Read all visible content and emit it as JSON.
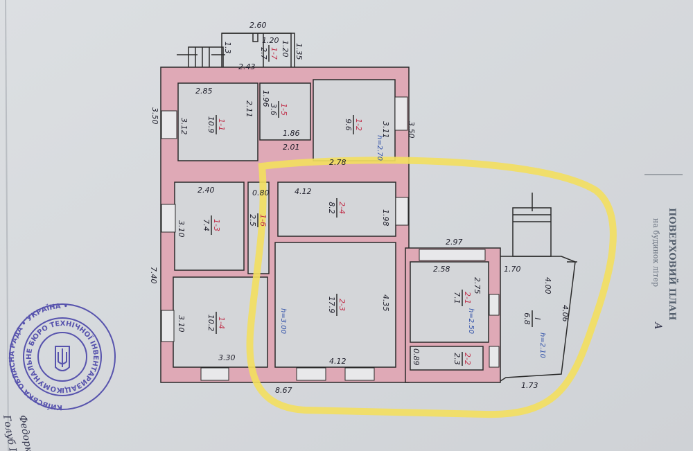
{
  "document": {
    "title": "ПОВЕРХОВИЙ ПЛАН",
    "subtitle": "на будинок літер",
    "letter": "А"
  },
  "highlight_color": "#f3df5e",
  "wall_color": "#dfa9b6",
  "rooms": [
    {
      "id": "1-1",
      "area": "10.9"
    },
    {
      "id": "1-2",
      "area": "9.6"
    },
    {
      "id": "1-5",
      "area": "3.6"
    },
    {
      "id": "1-7",
      "area": "2.7"
    },
    {
      "id": "1-3",
      "area": "7.4"
    },
    {
      "id": "1-6",
      "area": "2.5"
    },
    {
      "id": "1-4",
      "area": "10.2"
    },
    {
      "id": "2-4",
      "area": "8.2"
    },
    {
      "id": "2-3",
      "area": "17.9"
    },
    {
      "id": "2-1",
      "area": "7.1"
    },
    {
      "id": "2-2",
      "area": "2.3"
    },
    {
      "id": "I",
      "area": "6.8"
    }
  ],
  "heights": [
    "h=2.70",
    "h=3.00",
    "h=2.50",
    "h=2.10"
  ],
  "dimensions": [
    "2.60",
    "1.20",
    "1.20",
    "1.35",
    "1.3",
    "2.43",
    "2.85",
    "3.50",
    "3.12",
    "2.11",
    "1.96",
    "1.86",
    "2.01",
    "3.11",
    "3.50",
    "2.78",
    "2.40",
    "0.80",
    "3.10",
    "3.10",
    "7.40",
    "3.30",
    "4.12",
    "1.98",
    "4.35",
    "4.12",
    "8.67",
    "2.97",
    "2.58",
    "2.75",
    "0.89",
    "1.70",
    "4.00",
    "4.06",
    "1.73"
  ],
  "stamp": {
    "outer_text": "КИЇВСЬКА ОБЛАСНА РАДА • УКРАЇНА •",
    "inner_text": "КОМУНАЛЬНЕ БЮРО ТЕХНІЧНОЇ ІНВЕНТАРИЗАЦІЇ"
  },
  "handwriting": [
    "Федорко",
    "Голуб Г.О."
  ]
}
